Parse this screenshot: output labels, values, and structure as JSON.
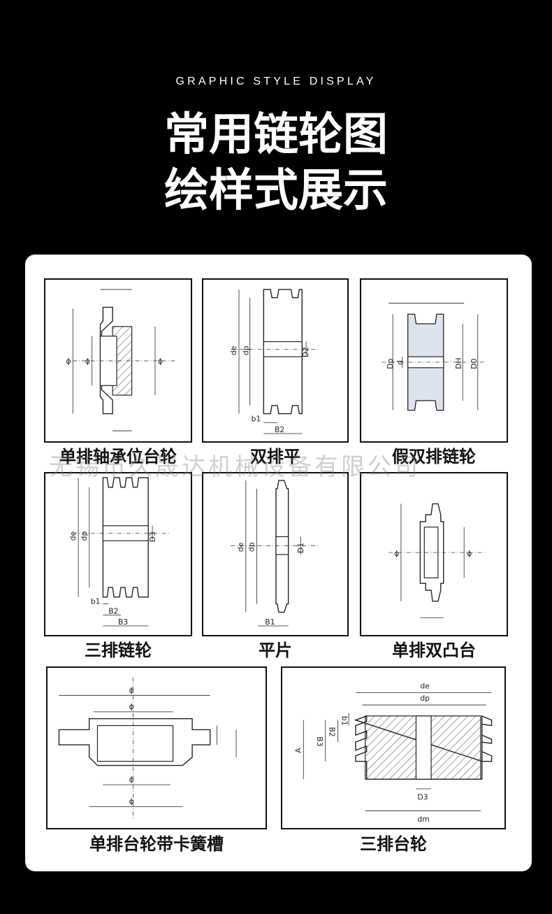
{
  "header": {
    "subtitle": "GRAPHIC STYLE DISPLAY",
    "title_line1": "常用链轮图",
    "title_line2": "绘样式展示"
  },
  "watermark": "无锡市久晟达机械设备有限公司",
  "panels": [
    {
      "label": "单排轴承位台轮",
      "dims": [
        "ϕ",
        "ϕ",
        "ϕ"
      ]
    },
    {
      "label": "双排平",
      "dims": [
        "de",
        "dp",
        "D2",
        "b1",
        "B2"
      ]
    },
    {
      "label": "假双排链轮",
      "dims": [
        "Dp",
        "d",
        "DH",
        "D0"
      ]
    },
    {
      "label": "三排链轮",
      "dims": [
        "de",
        "dp",
        "D3",
        "b1",
        "B2",
        "B3"
      ]
    },
    {
      "label": "平片",
      "dims": [
        "de",
        "dp",
        "D1",
        "B1"
      ]
    },
    {
      "label": "单排双凸台",
      "dims": [
        "ϕ",
        "ϕ"
      ]
    },
    {
      "label": "单排台轮带卡簧槽",
      "dims": [
        "ϕ",
        "ϕ",
        "ϕ",
        "ϕ"
      ]
    },
    {
      "label": "三排台轮",
      "dims": [
        "de",
        "dp",
        "b1",
        "B2",
        "B3",
        "A",
        "D3",
        "dm"
      ]
    }
  ]
}
